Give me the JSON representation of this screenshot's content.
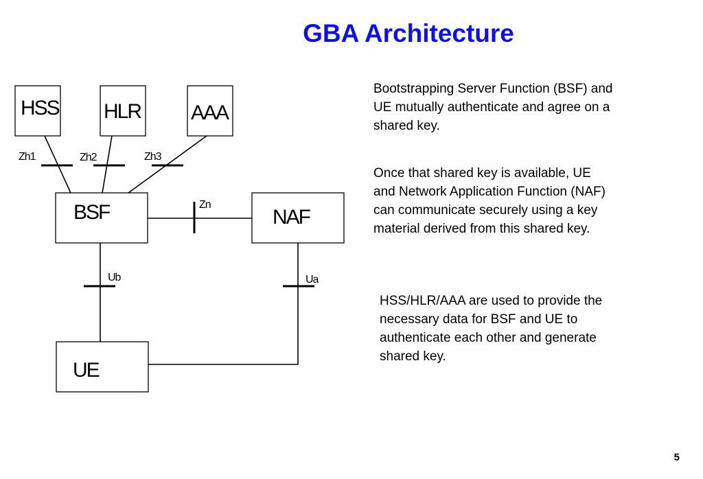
{
  "slide": {
    "title": "GBA Architecture",
    "page_number": "5",
    "title_color": "#1010e0"
  },
  "diagram": {
    "nodes": {
      "hss": "HSS",
      "hlr": "HLR",
      "aaa": "AAA",
      "bsf": "BSF",
      "naf": "NAF",
      "ue": "UE"
    },
    "interfaces": {
      "zh1": "Zh1",
      "zh2": "Zh2",
      "zh3": "Zh3",
      "zn": "Zn",
      "ub": "Ub",
      "ua": "Ua"
    }
  },
  "text": {
    "paragraph1_lines": [
      "Bootstrapping Server Function (BSF) and",
      "UE mutually authenticate and agree on a",
      "shared key."
    ],
    "paragraph2_lines": [
      "Once that shared key is available, UE",
      "and Network Application Function (NAF)",
      "can communicate securely using a key",
      "material derived from this shared key."
    ],
    "paragraph3_lines": [
      "HSS/HLR/AAA are used to provide the",
      "necessary data for BSF and UE to",
      "authenticate each other and generate",
      "shared key."
    ]
  }
}
